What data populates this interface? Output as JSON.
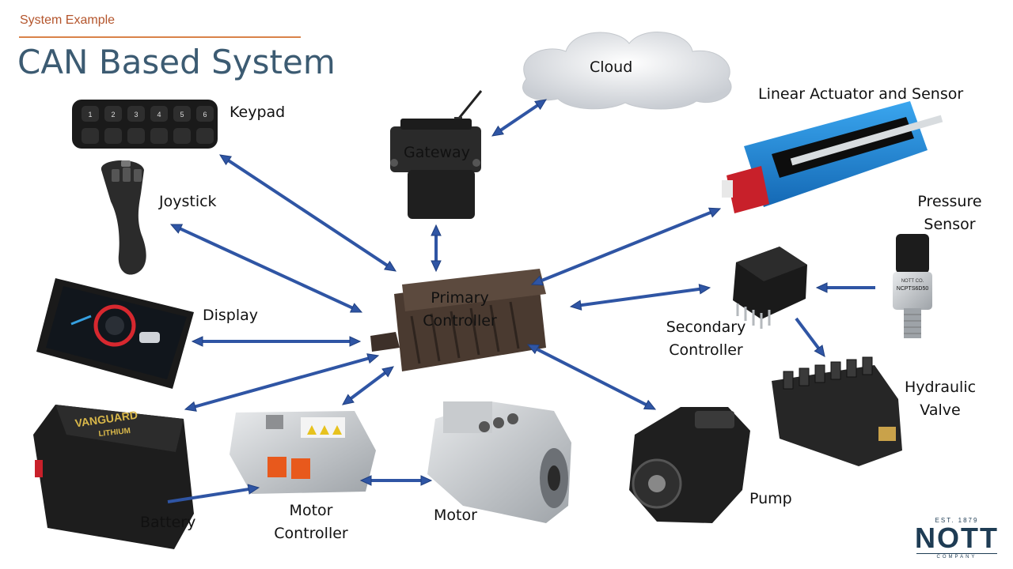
{
  "header": {
    "kicker": "System Example",
    "title": "CAN Based System"
  },
  "brand": {
    "est": "EST. 1879",
    "name": "NOTT",
    "sub": "COMPANY"
  },
  "nodes": {
    "cloud": {
      "lines": [
        "Cloud"
      ]
    },
    "gateway": {
      "lines": [
        "Gateway"
      ]
    },
    "keypad": {
      "lines": [
        "Keypad"
      ],
      "keys": [
        "1",
        "2",
        "3",
        "4",
        "5",
        "6"
      ]
    },
    "joystick": {
      "lines": [
        "Joystick"
      ]
    },
    "display": {
      "lines": [
        "Display"
      ]
    },
    "primary": {
      "lines": [
        "Primary",
        "Controller"
      ]
    },
    "actuator": {
      "lines": [
        "Linear Actuator and Sensor"
      ]
    },
    "pressure": {
      "lines": [
        "Pressure",
        "Sensor"
      ],
      "print": [
        "NOTT CO.",
        "NCPTS6D50"
      ]
    },
    "secondary": {
      "lines": [
        "Secondary",
        "Controller"
      ]
    },
    "hydraulic": {
      "lines": [
        "Hydraulic",
        "Valve"
      ]
    },
    "battery": {
      "lines": [
        "Battery"
      ],
      "print": [
        "VANGUARD",
        "LITHIUM"
      ]
    },
    "motor_controller": {
      "lines": [
        "Motor",
        "Controller"
      ]
    },
    "motor": {
      "lines": [
        "Motor"
      ]
    },
    "pump": {
      "lines": [
        "Pump"
      ]
    }
  },
  "links": [
    {
      "from": "gateway",
      "to": "cloud",
      "direction": "both"
    },
    {
      "from": "gateway",
      "to": "primary",
      "direction": "both"
    },
    {
      "from": "keypad",
      "to": "primary",
      "direction": "both"
    },
    {
      "from": "joystick",
      "to": "primary",
      "direction": "both"
    },
    {
      "from": "display",
      "to": "primary",
      "direction": "both"
    },
    {
      "from": "battery",
      "to": "primary",
      "direction": "both"
    },
    {
      "from": "motor_controller",
      "to": "primary",
      "direction": "both"
    },
    {
      "from": "actuator",
      "to": "primary",
      "direction": "both"
    },
    {
      "from": "secondary",
      "to": "primary",
      "direction": "both"
    },
    {
      "from": "pump",
      "to": "primary",
      "direction": "both"
    },
    {
      "from": "pressure",
      "to": "secondary",
      "direction": "forward"
    },
    {
      "from": "secondary",
      "to": "hydraulic",
      "direction": "forward"
    },
    {
      "from": "battery",
      "to": "motor_controller",
      "direction": "forward"
    },
    {
      "from": "motor_controller",
      "to": "motor",
      "direction": "both"
    }
  ],
  "colors": {
    "arrow": "#2f55a4",
    "kicker": "#b4552c",
    "rule": "#d98249",
    "title": "#3c5b72",
    "brand": "#1e3c54",
    "actuator": "#1f8fd8",
    "dark_device": "#222222",
    "controller_body": "#4a3a30"
  }
}
